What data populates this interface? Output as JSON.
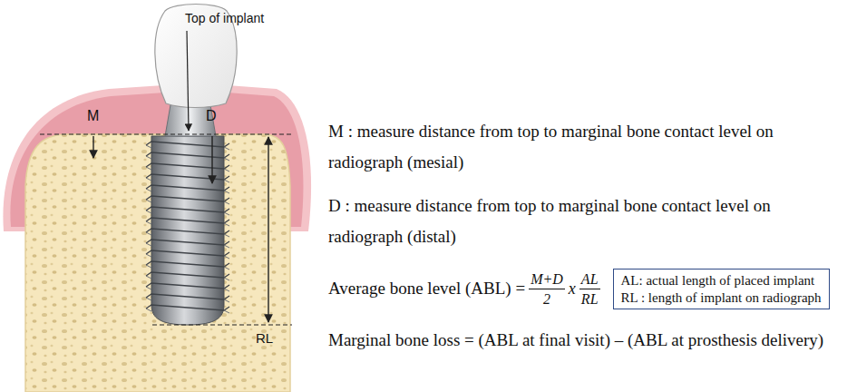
{
  "diagram": {
    "nodes": [
      {
        "text": [
          "AL: actual length of placed implant",
          "RL : length of implant on radiograph"
        ]
      }
    ],
    "labels": [
      "Top of implant",
      "M",
      "D",
      "RL",
      "M : measure distance from top to marginal bone contact level on radiograph (mesial)",
      "D : measure distance from top to marginal bone contact level on radiograph (distal)",
      "Average bone level (ABL) =",
      "M+D",
      "2",
      "x",
      "AL",
      "RL",
      "Marginal bone loss = (ABL at final visit) – (ABL at prosthesis delivery)"
    ]
  }
}
